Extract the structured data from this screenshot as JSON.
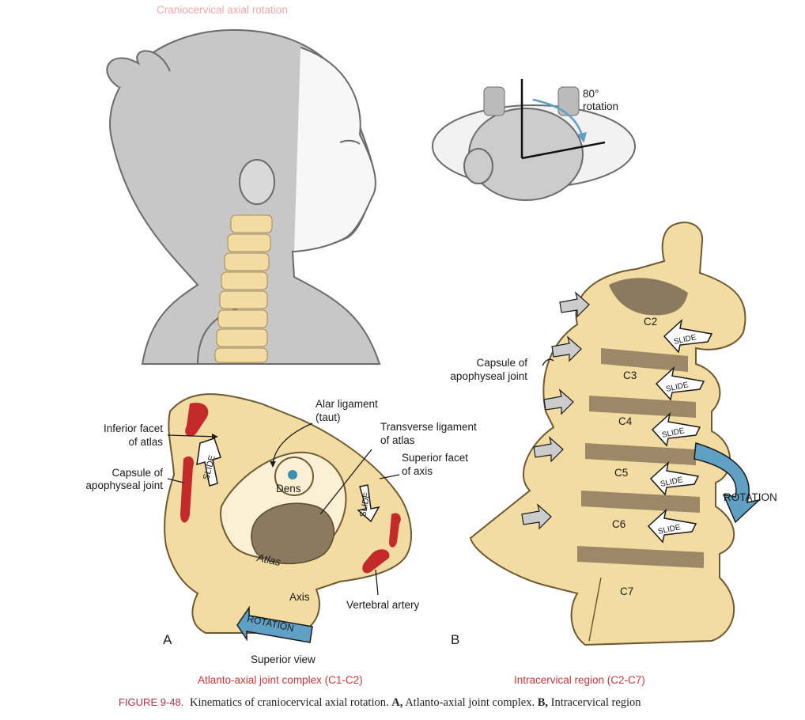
{
  "figure": {
    "top_title": "Craniocervical axial rotation",
    "rotation_degrees": "80°",
    "rotation_word": "rotation",
    "caption_number": "FIGURE 9-48.",
    "caption_text_1": "Kinematics of craniocervical axial rotation.",
    "caption_a": "A,",
    "caption_text_2": "Atlanto-axial joint complex.",
    "caption_b": "B,",
    "caption_text_3": "Intracervical region"
  },
  "panel_a": {
    "panel_letter": "A",
    "labels": {
      "inferior_facet": [
        "Inferior facet",
        "of atlas"
      ],
      "capsule": [
        "Capsule of",
        "apophyseal joint"
      ],
      "alar": [
        "Alar ligament",
        "(taut)"
      ],
      "transverse": [
        "Transverse ligament",
        "of atlas"
      ],
      "superior_facet": [
        "Superior facet",
        "of axis"
      ],
      "dens": "Dens",
      "atlas": "Atlas",
      "axis": "Axis",
      "vertebral_artery": "Vertebral artery",
      "rotation": "ROTATION",
      "slide": "SLIDE",
      "superior_view": "Superior view"
    },
    "title": "Atlanto-axial joint complex (C1-C2)"
  },
  "panel_b": {
    "panel_letter": "B",
    "labels": {
      "capsule": [
        "Capsule of",
        "apophyseal joint"
      ],
      "rotation": "ROTATION",
      "slide": "SLIDE"
    },
    "vertebrae": [
      "C2",
      "C3",
      "C4",
      "C5",
      "C6",
      "C7"
    ],
    "title": "Intracervical region (C2-C7)"
  },
  "colors": {
    "bone": "#f3dca2",
    "bone_shadow": "#d9b979",
    "cavity": "#8c7a60",
    "ligament_red": "#c42a2a",
    "rotation_blue": "#5fa0c4",
    "skin_gray": "#bdbdbd",
    "caption_red": "#d4343a"
  }
}
